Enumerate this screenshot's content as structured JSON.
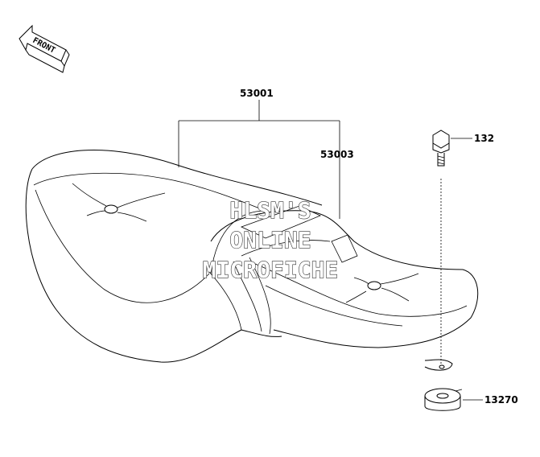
{
  "arrow": {
    "label": "FRONT"
  },
  "callouts": {
    "seat_assy": "53001",
    "seat_front": "53003",
    "bolt": "132",
    "collar": "13270"
  },
  "watermark": {
    "line1": "HLSM'S",
    "line2": "ONLINE",
    "line3": "MICROFICHE"
  }
}
